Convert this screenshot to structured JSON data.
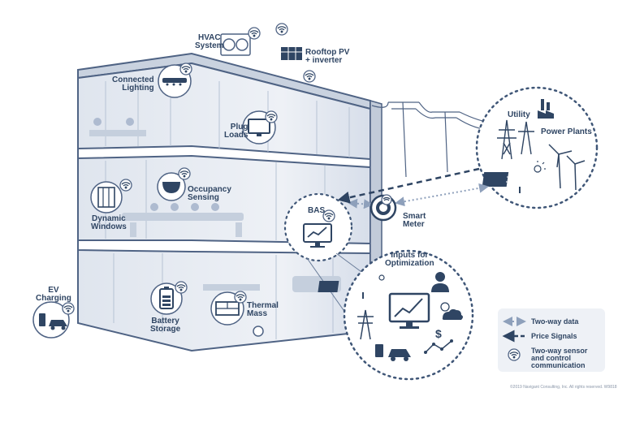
{
  "labels": {
    "hvac": [
      "HVAC",
      "System"
    ],
    "rooftop_pv": [
      "Rooftop PV",
      "+ inverter"
    ],
    "connected_lighting": [
      "Connected",
      "Lighting"
    ],
    "plug_loads": [
      "Plug",
      "Loads"
    ],
    "occupancy_sensing": [
      "Occupancy",
      "Sensing"
    ],
    "dynamic_windows": [
      "Dynamic",
      "Windows"
    ],
    "ev_charging": [
      "EV",
      "Charging"
    ],
    "battery_storage": [
      "Battery",
      "Storage"
    ],
    "thermal_mass": [
      "Thermal",
      "Mass"
    ],
    "bas": "BAS",
    "smart_meter": [
      "Smart",
      "Meter"
    ],
    "utility": "Utility",
    "power_plants": "Power Plants",
    "inputs_for_optimization": [
      "Inputs for",
      "Optimization"
    ]
  },
  "legend": {
    "two_way_data": "Two-way data",
    "price_signals": "Price Signals",
    "sensor_comm": [
      "Two-way sensor",
      "and control",
      "communication"
    ]
  },
  "copyright": "©2019 Navigant Consulting, Inc. All rights reserved. W9818",
  "colors": {
    "primary": "#2f4563",
    "building_fill": "#e6ebf2",
    "building_line": "#4f6384",
    "dots": "#3f5677"
  }
}
